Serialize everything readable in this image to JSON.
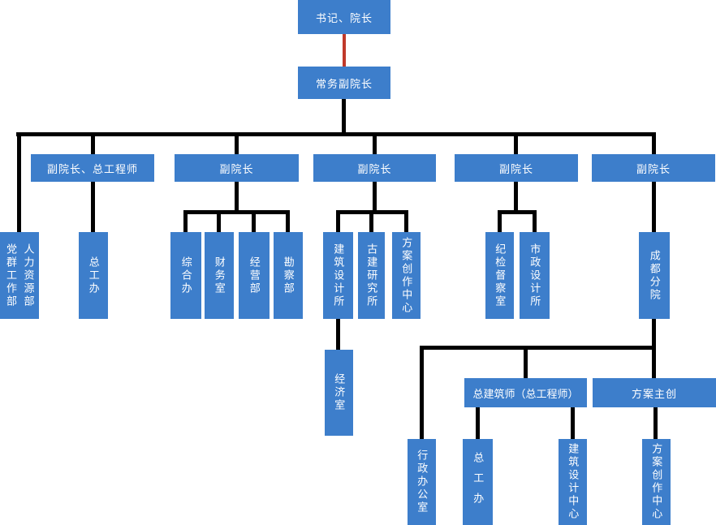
{
  "colors": {
    "node-fill": "#3d7ecb",
    "node-text": "#ffffff",
    "line-black": "#000000",
    "line-red": "#c0392b",
    "bg": "#ffffff"
  },
  "nodes": {
    "secretary_president": "书记、院长",
    "executive_vice_president": "常务副院长",
    "vp_chief_engineer": "副院长、总工程师",
    "vp2": "副院长",
    "vp3": "副院长",
    "vp4": "副院长",
    "vp5": "副院长",
    "party_masses_hr": "党群工作部\n人力资源部",
    "chief_engineer_office": "总工办",
    "general_office": "综合办",
    "finance_office": "财务室",
    "operations_dept": "经营部",
    "survey_dept": "勘察部",
    "architectural_design_institute": "建筑设计所",
    "ancient_architecture_institute": "古建研究所",
    "scheme_creation_center": "方案创作中心",
    "discipline_inspection_office": "纪检督察室",
    "municipal_design_institute": "市政设计所",
    "chengdu_branch": "成都分院",
    "economics_office": "经济室",
    "chief_architect": "总建筑师（总工程师）",
    "scheme_lead": "方案主创",
    "admin_office": "行政办公室",
    "chief_engineer_office_2": "总工办",
    "architectural_design_center": "建筑设计中心",
    "scheme_creation_center_2": "方案创作中心"
  }
}
